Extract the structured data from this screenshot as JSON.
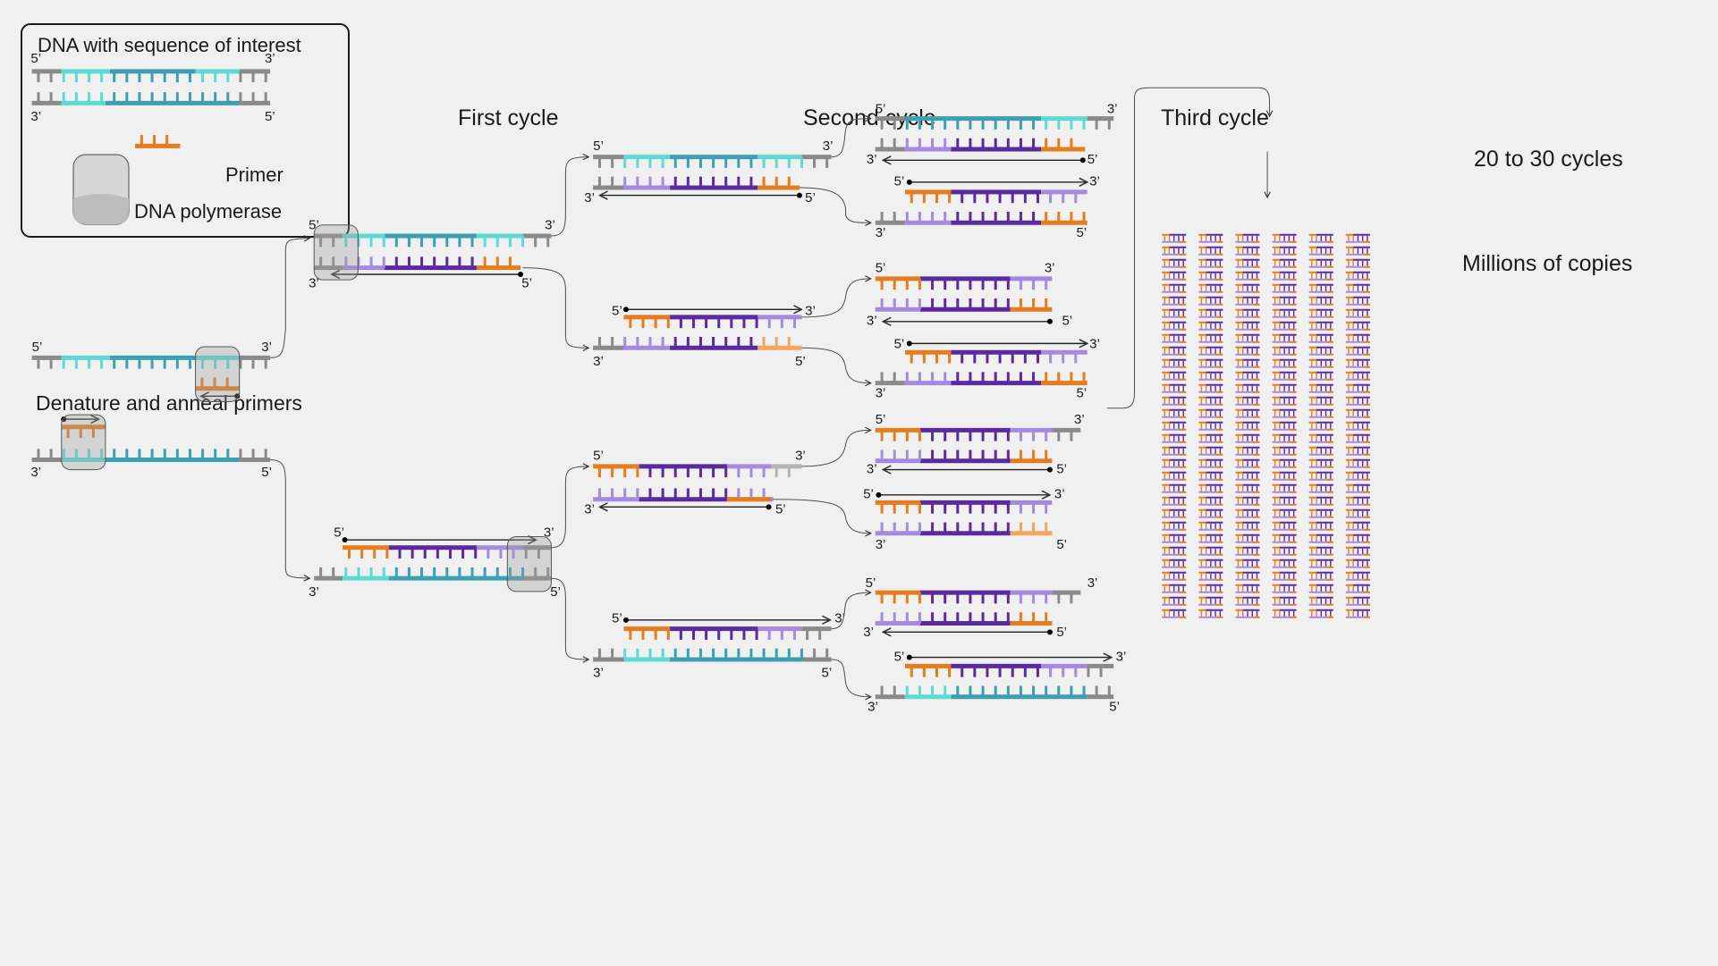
{
  "legend": {
    "title": "DNA with sequence of interest",
    "primer_label": "Primer",
    "polymerase_label": "DNA polymerase",
    "end_5": "5’",
    "end_3": "3’"
  },
  "headings": {
    "first_cycle": "First cycle",
    "second_cycle": "Second cycle",
    "third_cycle": "Third cycle",
    "denature": "Denature and anneal primers",
    "cycles": "20 to 30 cycles",
    "copies": "Millions of copies"
  },
  "colors": {
    "background": "#f0f0f0",
    "gray_strand": "#8a8a8a",
    "light_gray": "#b5b5b5",
    "teal": "#5ddbd3",
    "dark_teal": "#3c9fb2",
    "orange": "#e57c1e",
    "light_orange": "#f4a65f",
    "light_purple": "#a48ae0",
    "dark_purple": "#5a2b9e",
    "connector": "#4d4d4d",
    "polymerase_fill": "#9e9e9e"
  },
  "icons": {
    "polymerase": "rounded-square-icon",
    "primer": "comb-icon",
    "extension": "arrow-right-icon"
  }
}
